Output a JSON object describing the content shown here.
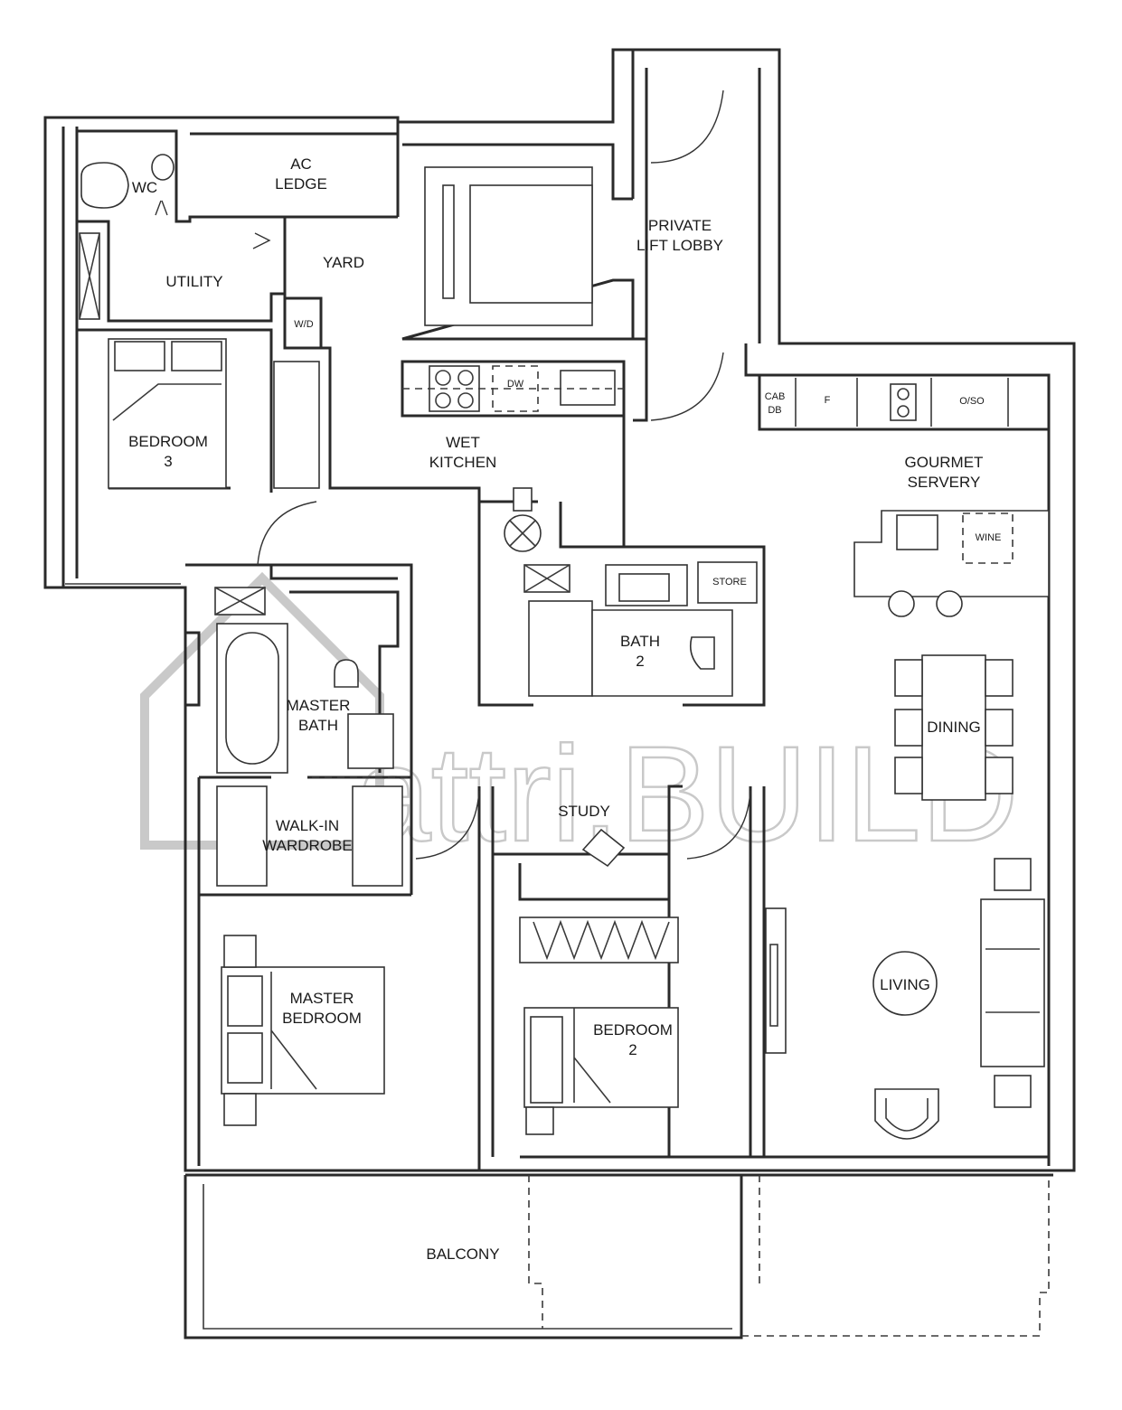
{
  "rooms": {
    "ac_ledge": [
      "AC",
      "LEDGE"
    ],
    "wc": "WC",
    "utility": "UTILITY",
    "yard": "YARD",
    "wd": "W/D",
    "private_lift_lobby": [
      "PRIVATE",
      "LIFT LOBBY"
    ],
    "bedroom3": [
      "BEDROOM",
      "3"
    ],
    "dw": "DW",
    "wet_kitchen": [
      "WET",
      "KITCHEN"
    ],
    "cab_db": [
      "CAB",
      "DB"
    ],
    "fridge": "F",
    "oso": "O/SO",
    "gourmet_servery": [
      "GOURMET",
      "SERVERY"
    ],
    "wine": "WINE",
    "store": "STORE",
    "bath2": [
      "BATH",
      "2"
    ],
    "master_bath": [
      "MASTER",
      "BATH"
    ],
    "dining": "DINING",
    "walk_in_wardrobe": [
      "WALK-IN",
      "WARDROBE"
    ],
    "study": "STUDY",
    "master_bedroom": [
      "MASTER",
      "BEDROOM"
    ],
    "bedroom2": [
      "BEDROOM",
      "2"
    ],
    "living": "LIVING",
    "balcony": "BALCONY"
  },
  "watermark": "attri.BUILD"
}
